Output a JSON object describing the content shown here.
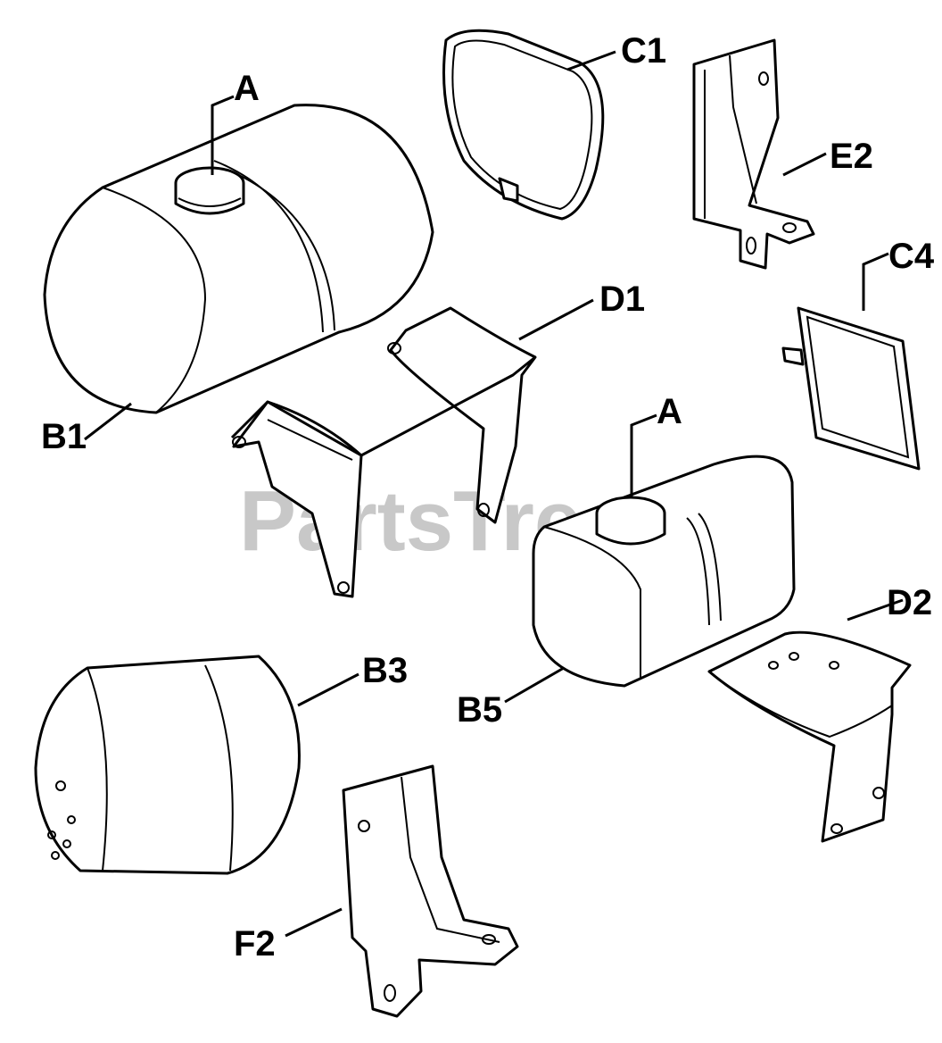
{
  "watermark": {
    "text": "PartsTree",
    "trademark": "™"
  },
  "labels": {
    "a_top": "A",
    "b1": "B1",
    "c1": "C1",
    "e2": "E2",
    "c4": "C4",
    "d1": "D1",
    "a_mid": "A",
    "b5": "B5",
    "d2": "D2",
    "b3": "B3",
    "f2": "F2"
  }
}
